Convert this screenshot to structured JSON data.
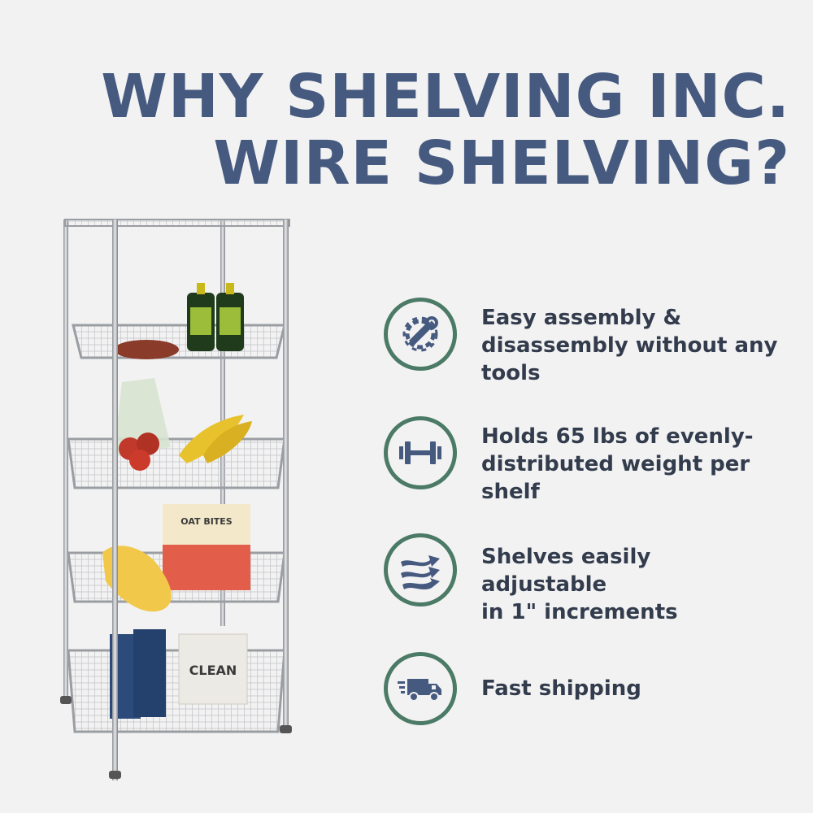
{
  "headline": {
    "line1": "WHY SHELVING INC.",
    "line2": "WIRE SHELVING?"
  },
  "colors": {
    "headline": "#465a80",
    "icon_ring": "#4b7a66",
    "icon_glyph": "#465a80",
    "feature_text": "#333c4d",
    "background": "#f2f2f2"
  },
  "features": [
    {
      "icon": "wrench-gear-icon",
      "line1": "Easy assembly &",
      "line2": "disassembly without any",
      "line3": "tools"
    },
    {
      "icon": "dumbbell-icon",
      "line1": "Holds 65 lbs of evenly-",
      "line2": "distributed weight per",
      "line3": "shelf"
    },
    {
      "icon": "adjust-arrows-icon",
      "line1": "Shelves easily adjustable",
      "line2": "in 1\" increments"
    },
    {
      "icon": "delivery-truck-icon",
      "line1": "Fast shipping"
    }
  ],
  "product_art": {
    "icon": "wire-shelving-unit-image",
    "box1_label": "OAT BITES",
    "box2_label": "CLEAN"
  }
}
